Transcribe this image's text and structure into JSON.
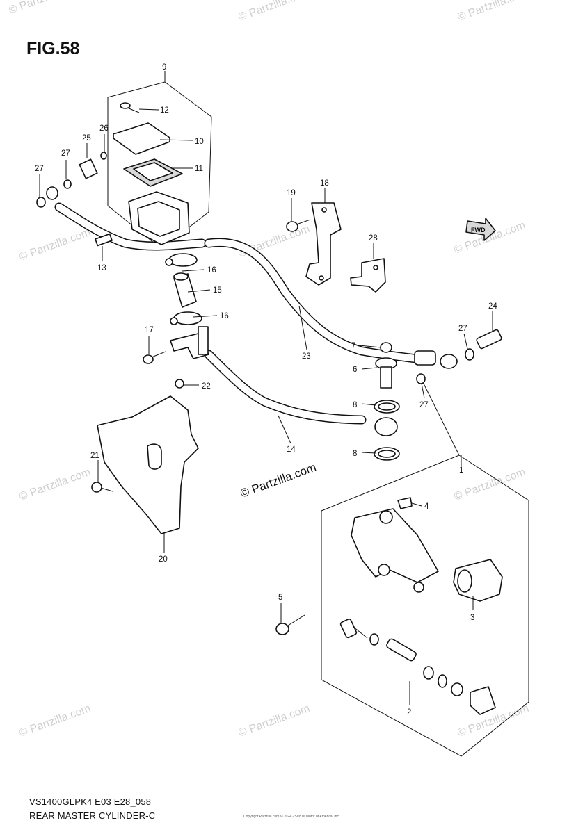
{
  "figure_title": "FIG.58",
  "footer": {
    "model_code": "VS1400GLPK4 E03 E28_058",
    "diagram_name": "REAR MASTER CYLINDER-C"
  },
  "copyright_small": "Copyright Partzilla.com © 2024 - Suzuki Motor of America, Inc.",
  "watermark_text": "© Partzilla.com",
  "fwd_label": "FWD",
  "callouts": [
    {
      "id": "c1",
      "text": "1"
    },
    {
      "id": "c2",
      "text": "2"
    },
    {
      "id": "c3",
      "text": "3"
    },
    {
      "id": "c4",
      "text": "4"
    },
    {
      "id": "c5",
      "text": "5"
    },
    {
      "id": "c6",
      "text": "6"
    },
    {
      "id": "c7",
      "text": "7"
    },
    {
      "id": "c8a",
      "text": "8"
    },
    {
      "id": "c8b",
      "text": "8"
    },
    {
      "id": "c9",
      "text": "9"
    },
    {
      "id": "c10",
      "text": "10"
    },
    {
      "id": "c11",
      "text": "11"
    },
    {
      "id": "c12",
      "text": "12"
    },
    {
      "id": "c13",
      "text": "13"
    },
    {
      "id": "c14",
      "text": "14"
    },
    {
      "id": "c15",
      "text": "15"
    },
    {
      "id": "c16a",
      "text": "16"
    },
    {
      "id": "c16b",
      "text": "16"
    },
    {
      "id": "c17",
      "text": "17"
    },
    {
      "id": "c18",
      "text": "18"
    },
    {
      "id": "c19",
      "text": "19"
    },
    {
      "id": "c20",
      "text": "20"
    },
    {
      "id": "c21",
      "text": "21"
    },
    {
      "id": "c22",
      "text": "22"
    },
    {
      "id": "c23",
      "text": "23"
    },
    {
      "id": "c24",
      "text": "24"
    },
    {
      "id": "c25",
      "text": "25"
    },
    {
      "id": "c26",
      "text": "26"
    },
    {
      "id": "c27a",
      "text": "27"
    },
    {
      "id": "c27b",
      "text": "27"
    },
    {
      "id": "c27c",
      "text": "27"
    },
    {
      "id": "c27d",
      "text": "27"
    },
    {
      "id": "c28",
      "text": "28"
    }
  ]
}
